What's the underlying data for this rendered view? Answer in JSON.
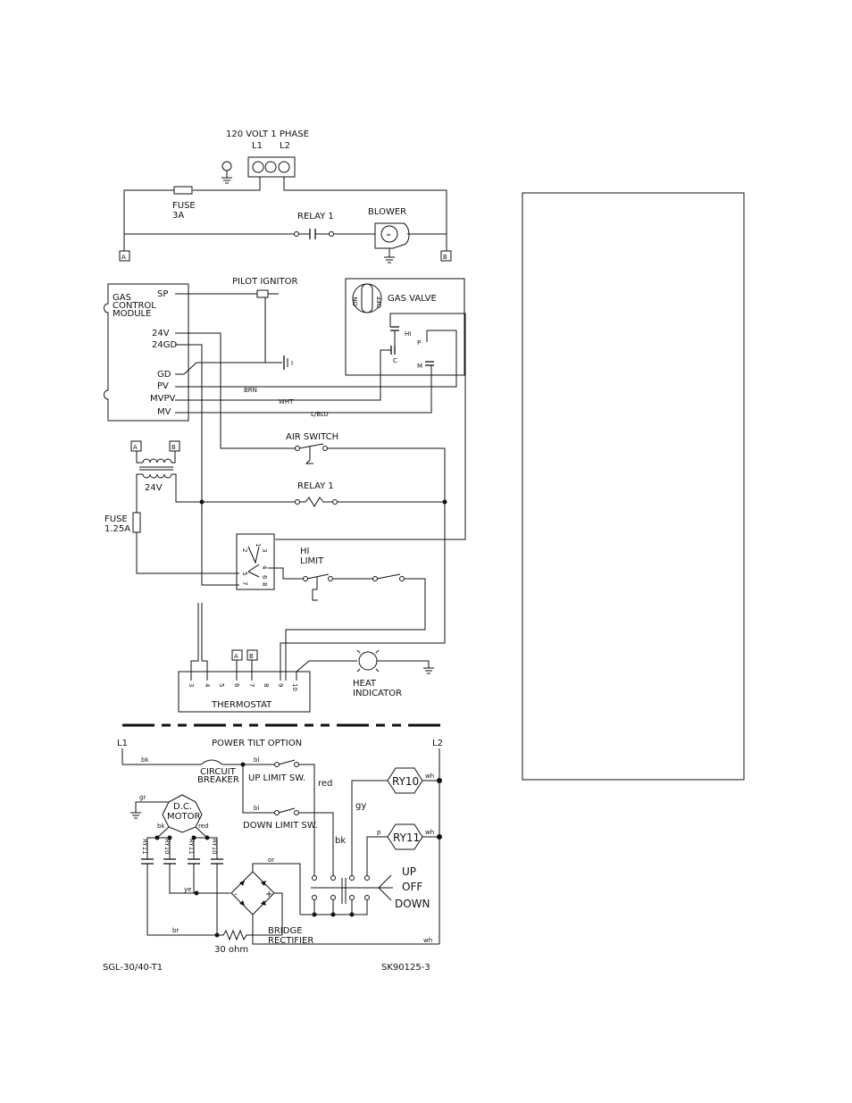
{
  "top": {
    "supply": "120  VOLT  1  PHASE",
    "l1": "L1",
    "l2": "L2",
    "fuse": "FUSE",
    "fuse_rating": "3A",
    "relay": "RELAY  1",
    "blower": "BLOWER",
    "terminal_a": "A",
    "terminal_b": "B"
  },
  "gas": {
    "module_line1": "GAS",
    "module_line2": "CONTROL",
    "module_line3": "MODULE",
    "sp": "SP",
    "v24": "24V",
    "gd24": "24GD",
    "gd": "GD",
    "pv": "PV",
    "mvpv": "MVPV",
    "mv": "MV",
    "pilot": "PILOT  IGNITOR",
    "valve": "GAS  VALVE",
    "on": "ON",
    "off": "OFF",
    "hi": "HI",
    "c": "C",
    "p": "P",
    "m": "M",
    "i": "I",
    "brn": "BRN",
    "wht": "WHT",
    "lblu": "L/BLU"
  },
  "control": {
    "terminal_a": "A",
    "terminal_b": "B",
    "v24": "24V",
    "fuse": "FUSE",
    "fuse_rating": "1.25A",
    "air_switch": "AIR  SWITCH",
    "relay": "RELAY  1",
    "hi": "HI",
    "limit": "LIMIT",
    "limit_pins": [
      "1",
      "2",
      "3",
      "4",
      "5",
      "6",
      "7",
      "8"
    ],
    "thermostat": "THERMOSTAT",
    "t_terminal_a": "A",
    "t_terminal_b": "B",
    "thermo_pins": [
      "3",
      "4",
      "5",
      "6",
      "7",
      "8",
      "9",
      "10"
    ],
    "heat": "HEAT",
    "indicator": "INDICATOR"
  },
  "tilt": {
    "l1": "L1",
    "l2": "L2",
    "title": "POWER  TILT  OPTION",
    "bk": "bk",
    "cb1": "CIRCUIT",
    "cb2": "BREAKER",
    "bl_up": "bl",
    "bl_down": "bl",
    "up_limit": "UP  LIMIT  SW.",
    "down_limit": "DOWN  LIMIT  SW.",
    "red": "red",
    "gy": "gy",
    "bk2": "bk",
    "p": "p",
    "wh1": "wh",
    "wh2": "wh",
    "wh3": "wh",
    "ry10": "RY10",
    "ry11": "RY11",
    "gr": "gr",
    "motor1": "D.C.",
    "motor2": "MOTOR",
    "m_bk": "bk",
    "m_red": "red",
    "c_ry11a": "RY11",
    "c_ry10a": "RY10",
    "c_ry11b": "RY11",
    "c_ry10b": "RY10",
    "or": "or",
    "ye": "ye",
    "br": "br",
    "ohm": "30  ohm",
    "rect1": "BRIDGE",
    "rect2": "RECTIFIER",
    "minus": "-",
    "plus": "+",
    "up": "UP",
    "off": "OFF",
    "down": "DOWN"
  },
  "footer": {
    "model": "SGL-30/40-T1",
    "drawing": "SK90125-3"
  }
}
